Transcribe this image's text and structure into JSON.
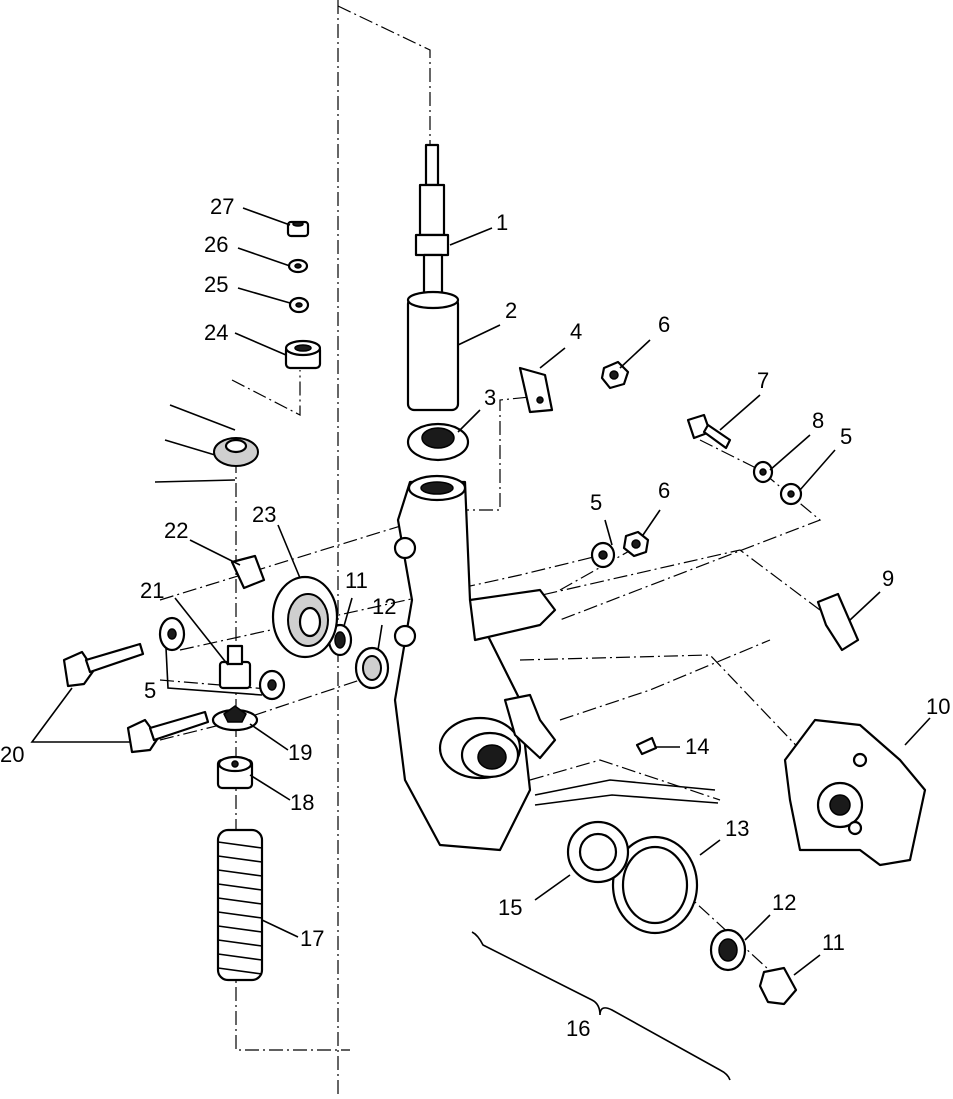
{
  "callouts": [
    {
      "id": "1",
      "text": "1"
    },
    {
      "id": "2",
      "text": "2"
    },
    {
      "id": "3",
      "text": "3"
    },
    {
      "id": "4",
      "text": "4"
    },
    {
      "id": "6a",
      "text": "6"
    },
    {
      "id": "7",
      "text": "7"
    },
    {
      "id": "8",
      "text": "8"
    },
    {
      "id": "5a",
      "text": "5"
    },
    {
      "id": "5b",
      "text": "5"
    },
    {
      "id": "6b",
      "text": "6"
    },
    {
      "id": "9",
      "text": "9"
    },
    {
      "id": "10",
      "text": "10"
    },
    {
      "id": "11a",
      "text": "11"
    },
    {
      "id": "12a",
      "text": "12"
    },
    {
      "id": "13",
      "text": "13"
    },
    {
      "id": "14",
      "text": "14"
    },
    {
      "id": "15",
      "text": "15"
    },
    {
      "id": "16",
      "text": "16"
    },
    {
      "id": "12b",
      "text": "12"
    },
    {
      "id": "11b",
      "text": "11"
    },
    {
      "id": "17",
      "text": "17"
    },
    {
      "id": "18",
      "text": "18"
    },
    {
      "id": "19",
      "text": "19"
    },
    {
      "id": "20",
      "text": "20"
    },
    {
      "id": "5c",
      "text": "5"
    },
    {
      "id": "21",
      "text": "21"
    },
    {
      "id": "22",
      "text": "22"
    },
    {
      "id": "23",
      "text": "23"
    },
    {
      "id": "24",
      "text": "24"
    },
    {
      "id": "25",
      "text": "25"
    },
    {
      "id": "26",
      "text": "26"
    },
    {
      "id": "27",
      "text": "27"
    }
  ]
}
